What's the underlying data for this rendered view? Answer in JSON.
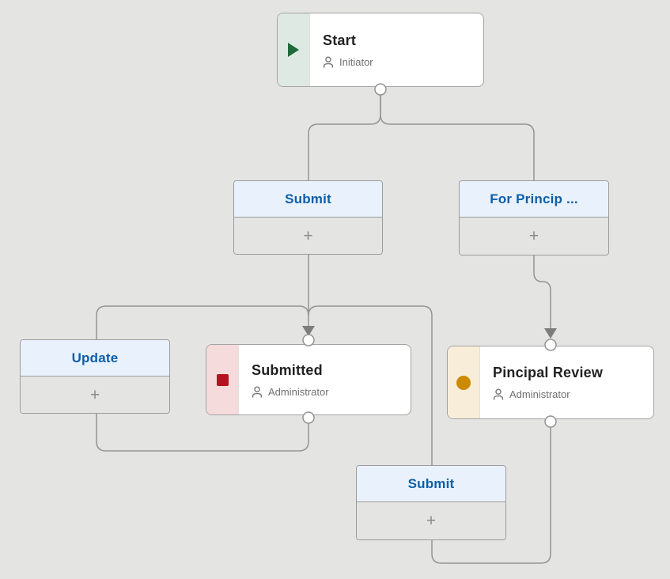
{
  "diagram": {
    "nodes": {
      "start": {
        "title": "Start",
        "assignee": "Initiator",
        "icon": "play-icon",
        "stripe_color": "#dfe9e3",
        "icon_color": "#1d6b3a"
      },
      "submitted": {
        "title": "Submitted",
        "assignee": "Administrator",
        "icon": "square-icon",
        "stripe_color": "#f5dbdc",
        "icon_color": "#b6121f"
      },
      "principal_review": {
        "title": "Pincipal Review",
        "assignee": "Administrator",
        "icon": "circle-icon",
        "stripe_color": "#f8edd8",
        "icon_color": "#cc8a00"
      }
    },
    "actions": {
      "submit_top": {
        "label": "Submit"
      },
      "for_principal": {
        "label": "For Princip ..."
      },
      "update": {
        "label": "Update"
      },
      "submit_bottom": {
        "label": "Submit"
      }
    },
    "add_button_label": "+",
    "colors": {
      "canvas_bg": "#e4e4e2",
      "node_bg": "#ffffff",
      "node_border": "#a3a3a3",
      "action_border": "#9c9c9c",
      "action_header_bg": "#e9f2fc",
      "action_label": "#0d5ea8",
      "connector": "#949494",
      "arrowhead": "#7d7d7d",
      "port_fill": "#ffffff",
      "title_text": "#212121",
      "assignee_text": "#6f6f6f"
    }
  }
}
